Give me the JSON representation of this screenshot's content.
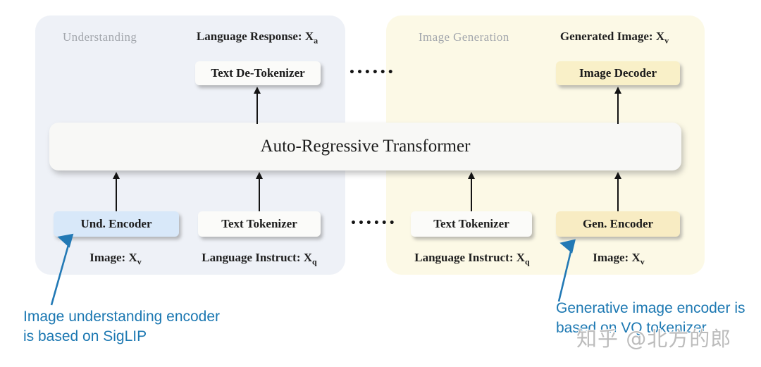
{
  "panels": {
    "understanding": {
      "title": "Understanding"
    },
    "generation": {
      "title": "Image Generation"
    }
  },
  "top_labels": {
    "language_response": {
      "text": "Language Response: X",
      "sub": "a"
    },
    "generated_image": {
      "text": "Generated Image: X",
      "sub": "v"
    }
  },
  "boxes": {
    "text_de_tokenizer": {
      "label": "Text De-Tokenizer"
    },
    "image_decoder": {
      "label": "Image Decoder"
    },
    "transformer": {
      "label": "Auto-Regressive Transformer"
    },
    "und_encoder": {
      "label": "Und. Encoder"
    },
    "text_tokenizer_left": {
      "label": "Text Tokenizer"
    },
    "text_tokenizer_right": {
      "label": "Text Tokenizer"
    },
    "gen_encoder": {
      "label": "Gen. Encoder"
    }
  },
  "bottom_labels": {
    "image_left": {
      "text": "Image: X",
      "sub": "v"
    },
    "instruct_left": {
      "text": "Language Instruct: X",
      "sub": "q"
    },
    "instruct_right": {
      "text": "Language Instruct: X",
      "sub": "q"
    },
    "image_right": {
      "text": "Image: X",
      "sub": "v"
    }
  },
  "dots": {
    "top": "••••••",
    "bottom": "••••••"
  },
  "annotations": {
    "left": {
      "line1": "Image understanding encoder",
      "line2": "is based on SigLIP"
    },
    "right": {
      "line1": "Generative image encoder is",
      "line2": "based on VQ tokenizer"
    }
  },
  "watermark": "知乎 @北方的郎",
  "colors": {
    "understanding_panel": "#eef1f7",
    "generation_panel": "#fcf9e6",
    "und_encoder_box": "#d8e8f9",
    "gen_encoder_box": "#f8ecc3",
    "image_decoder_box": "#f9f0c8",
    "neutral_box": "#fbfbf9",
    "transformer_box": "#f8f8f6",
    "annotation_blue": "#1c78b2",
    "arrow_black": "#141414",
    "watermark_gray": "#bcbcbc"
  }
}
